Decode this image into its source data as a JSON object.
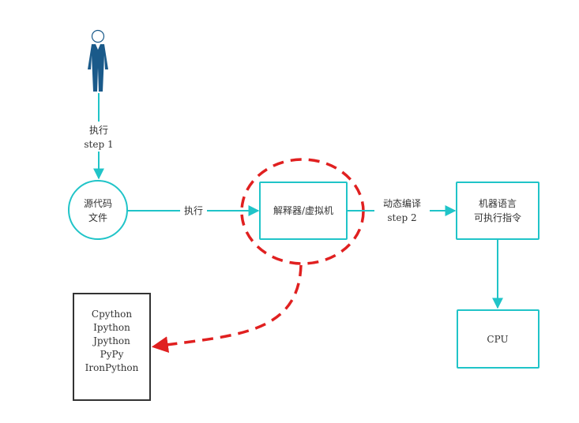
{
  "colors": {
    "accent": "#20c4c8",
    "actor": "#1a5a8a",
    "highlight": "#e02020",
    "box_dark": "#333333",
    "text": "#333333"
  },
  "icons": {
    "actor": "person-icon"
  },
  "edges": {
    "actor_to_source": {
      "line1": "执行",
      "line2": "step 1"
    },
    "source_to_interpreter": {
      "label": "执行"
    },
    "interpreter_to_machine": {
      "line1": "动态编译",
      "line2": "step 2"
    }
  },
  "nodes": {
    "source": {
      "line1": "源代码",
      "line2": "文件"
    },
    "interpreter": {
      "label": "解释器/虚拟机"
    },
    "machine": {
      "line1": "机器语言",
      "line2": "可执行指令"
    },
    "cpu": {
      "label": "CPU"
    },
    "implementations": {
      "items": [
        "Cpython",
        "Ipython",
        "Jpython",
        "PyPy",
        "IronPython"
      ]
    }
  }
}
